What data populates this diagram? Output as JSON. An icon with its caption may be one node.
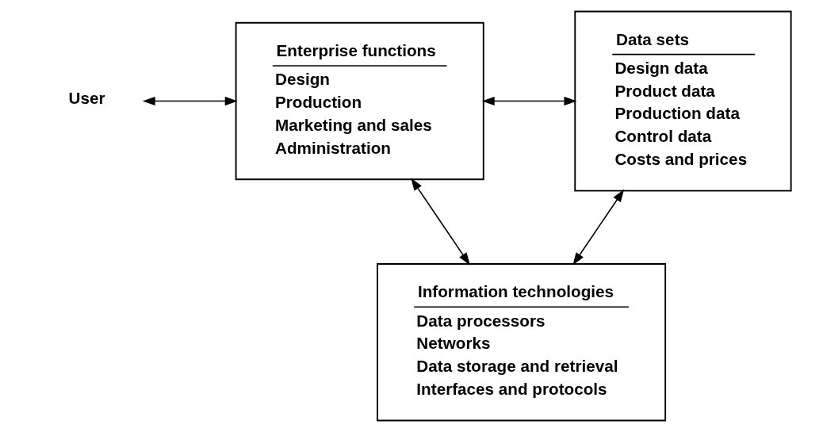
{
  "diagram": {
    "nodes": [
      {
        "text": [
          "User"
        ]
      },
      {
        "text": [
          "Enterprise functions",
          "Design",
          "Production",
          "Marketing and sales",
          "Administration"
        ]
      },
      {
        "text": [
          "Data sets",
          "Design data",
          "Product data",
          "Production data",
          "Control data",
          "Costs and prices"
        ]
      },
      {
        "text": [
          "Information technologies",
          "Data processors",
          "Networks",
          "Data storage and retrieval",
          "Interfaces and protocols"
        ]
      }
    ],
    "edges": [
      {
        "from": 0,
        "to": 1,
        "arrow": "both"
      },
      {
        "from": 1,
        "to": 2,
        "arrow": "both"
      },
      {
        "from": 1,
        "to": 3,
        "arrow": "both"
      },
      {
        "from": 2,
        "to": 3,
        "arrow": "both"
      }
    ]
  }
}
